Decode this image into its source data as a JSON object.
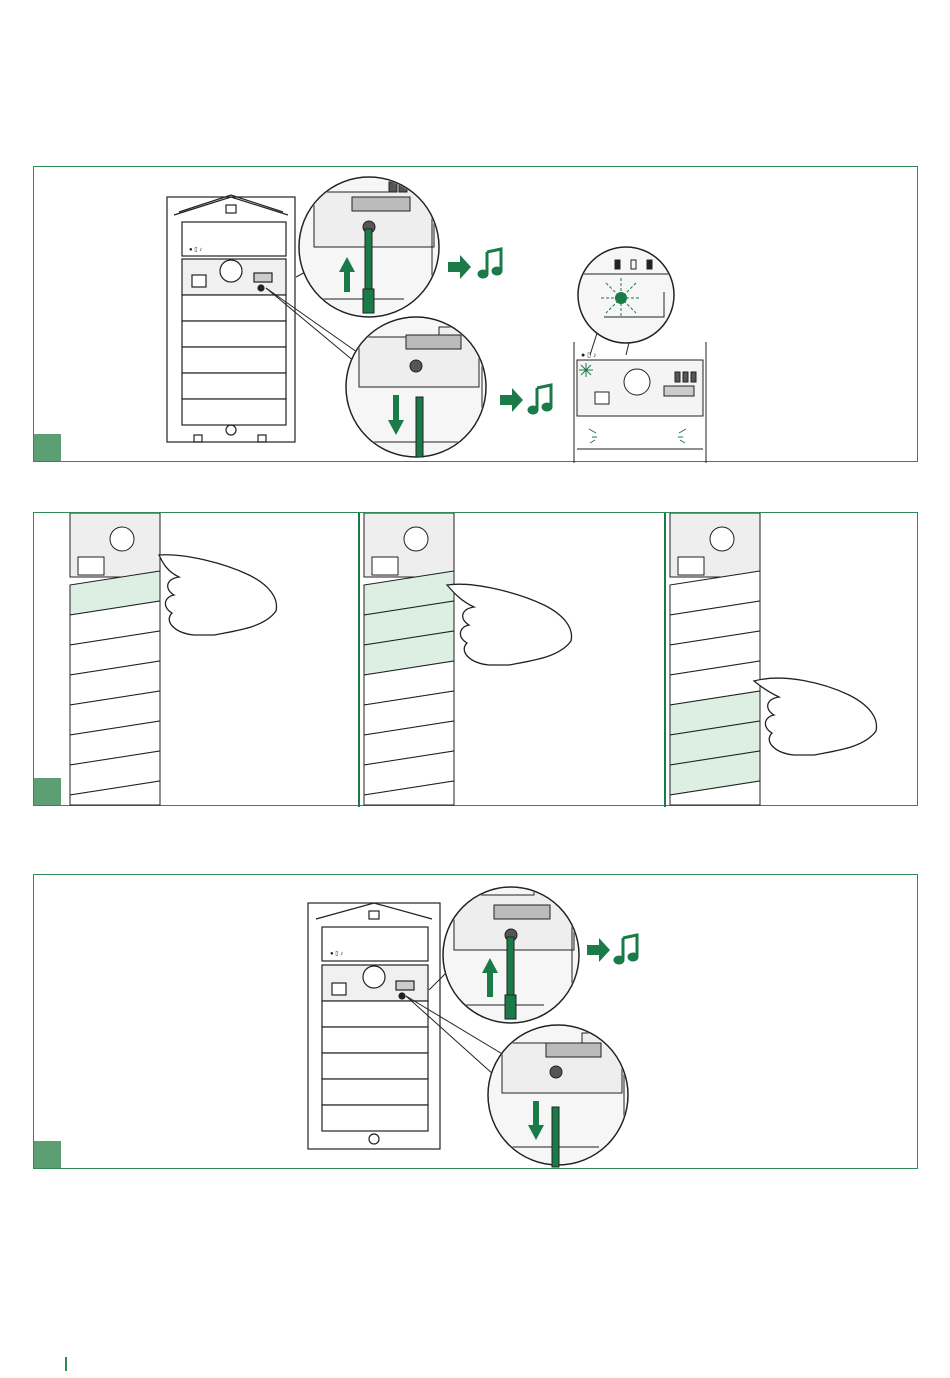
{
  "page": {
    "background": "#ffffff",
    "accent_color": "#1a7a48",
    "light_accent": "#dcefe2",
    "line_color": "#222222"
  },
  "panels": [
    {
      "id": "panel-1",
      "step_tab": "",
      "description_icons": [
        "door-station-icon",
        "screwdriver-icon",
        "arrow-up-icon",
        "arrow-down-icon",
        "music-note-icon",
        "blinking-led-icon",
        "bell-icon",
        "door-icon",
        "speaker-icon"
      ]
    },
    {
      "id": "panel-2",
      "step_tab": "",
      "description_icons": [
        "hand-icon",
        "button-module-icon"
      ]
    },
    {
      "id": "panel-3",
      "step_tab": "",
      "description_icons": [
        "door-station-icon",
        "screwdriver-icon",
        "arrow-up-icon",
        "arrow-down-icon",
        "music-note-icon"
      ]
    }
  ]
}
